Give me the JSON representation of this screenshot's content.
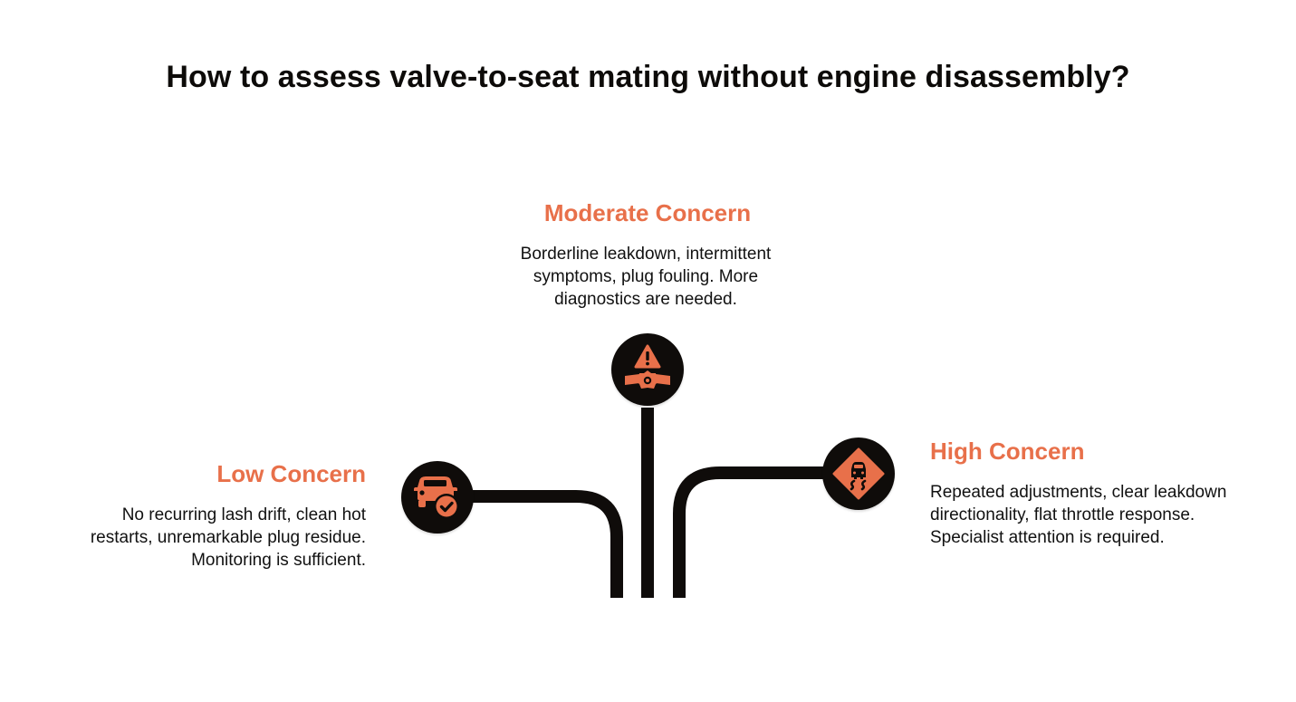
{
  "title": "How to assess valve-to-seat mating without engine disassembly?",
  "colors": {
    "accent": "#e8704a",
    "line": "#0f0c0a",
    "text": "#111111",
    "background": "#ffffff"
  },
  "branches": [
    {
      "id": "low",
      "heading": "Low Concern",
      "description": "No recurring lash drift, clean hot restarts, unremarkable plug residue. Monitoring is sufficient.",
      "icon": "car-check-icon"
    },
    {
      "id": "moderate",
      "heading": "Moderate Concern",
      "description": "Borderline leakdown, intermittent symptoms, plug fouling. More diagnostics are needed.",
      "icon": "warning-valve-icon"
    },
    {
      "id": "high",
      "heading": "High Concern",
      "description": "Repeated adjustments, clear leakdown directionality, flat throttle response. Specialist attention is required.",
      "icon": "slippery-road-sign-icon"
    }
  ]
}
